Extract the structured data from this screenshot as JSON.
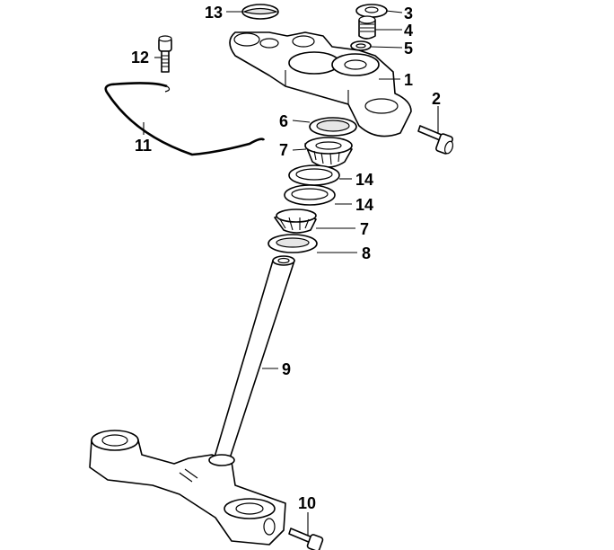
{
  "diagram": {
    "callouts": {
      "c1": "1",
      "c2": "2",
      "c3": "3",
      "c4": "4",
      "c5": "5",
      "c6": "6",
      "c7a": "7",
      "c7b": "7",
      "c8": "8",
      "c9": "9",
      "c10": "10",
      "c11": "11",
      "c12": "12",
      "c13": "13",
      "c14a": "14",
      "c14b": "14"
    }
  },
  "colors": {
    "line": "#000000",
    "background": "#ffffff",
    "shade": "#e6e6e6"
  }
}
